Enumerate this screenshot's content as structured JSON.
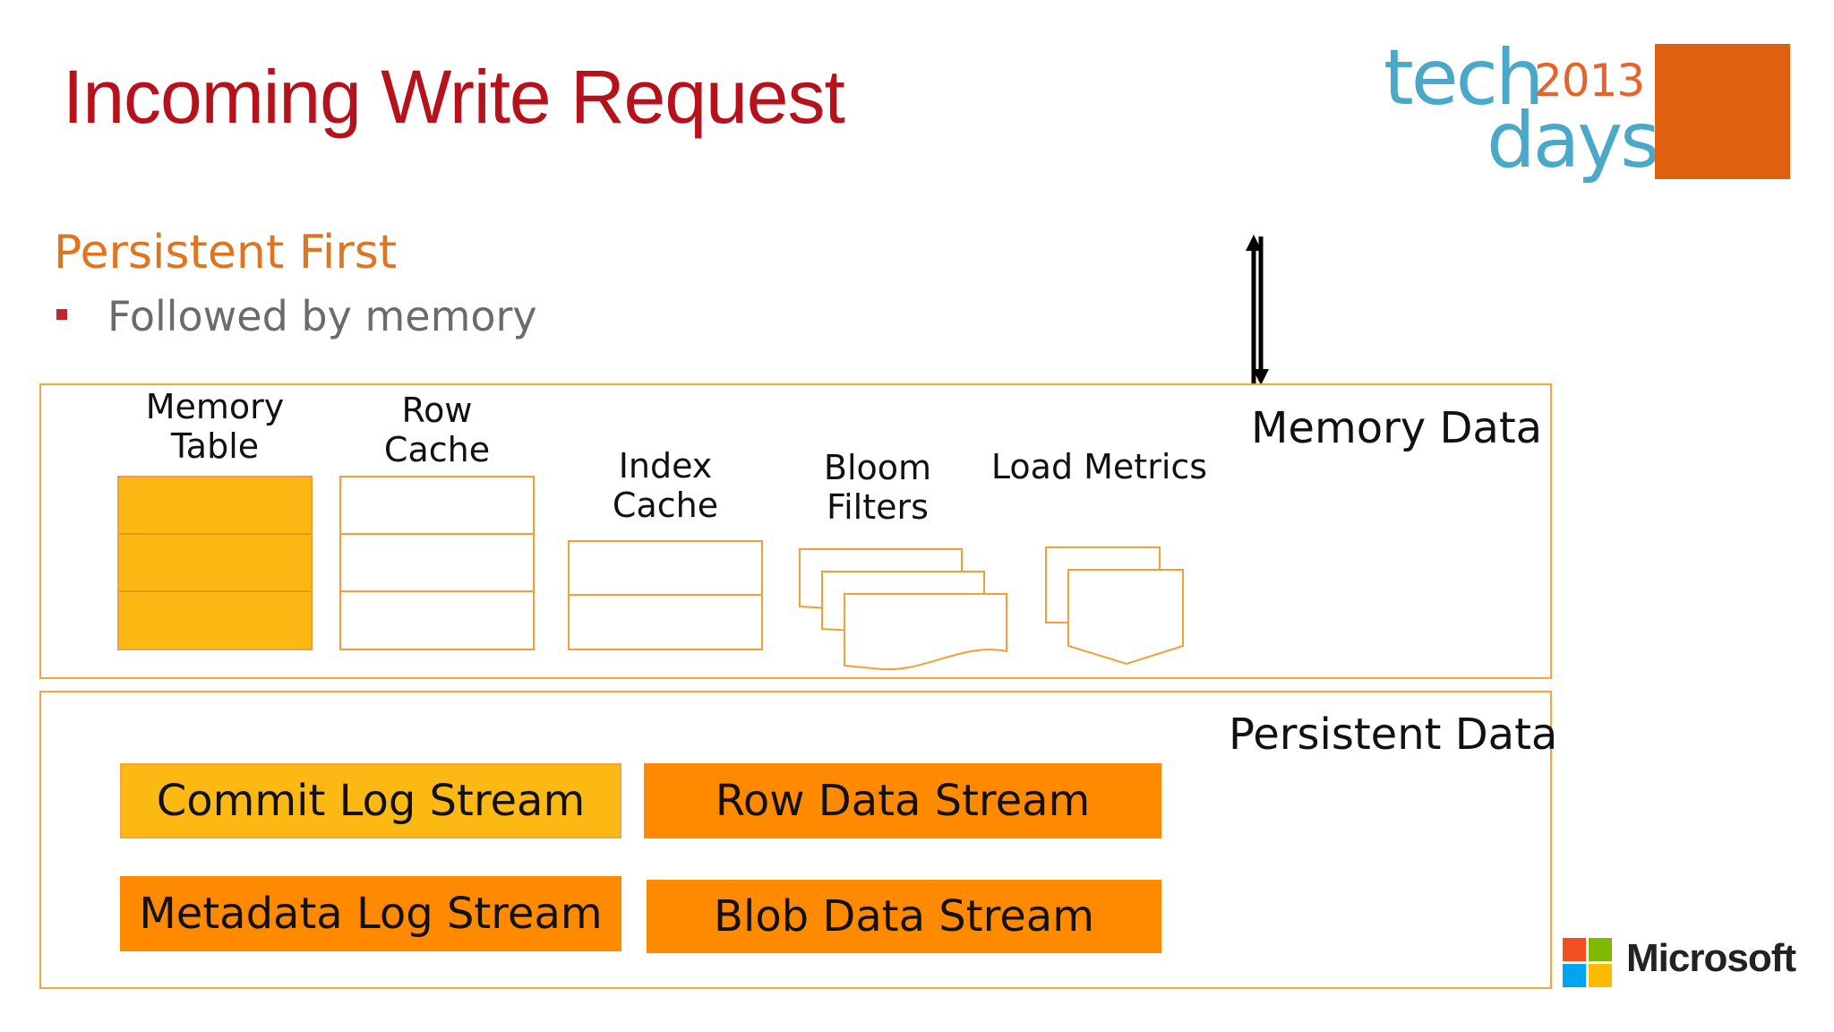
{
  "slide": {
    "title": "Incoming Write Request",
    "subtitle": "Persistent First",
    "bullet": "Followed by memory"
  },
  "logo": {
    "tech": "tech",
    "days": "days",
    "year": "2013"
  },
  "memory_panel": {
    "label": "Memory Data",
    "components": {
      "memory_table": [
        "Memory",
        "Table"
      ],
      "row_cache": [
        "Row",
        "Cache"
      ],
      "index_cache": [
        "Index",
        "Cache"
      ],
      "bloom_filters": [
        "Bloom",
        "Filters"
      ],
      "load_metrics": "Load Metrics"
    }
  },
  "persistent_panel": {
    "label": "Persistent Data",
    "streams": {
      "commit_log": "Commit Log Stream",
      "row_data": "Row Data Stream",
      "metadata_log": "Metadata Log Stream",
      "blob_data": "Blob Data Stream"
    }
  },
  "footer": {
    "brand": "Microsoft"
  },
  "colors": {
    "title": "#b5121b",
    "subtitle": "#e0751f",
    "panel_border": "#f4a53b",
    "yellow_fill": "#fdb913",
    "orange_fill": "#ff8a00",
    "logo_blue": "#4aa8c9",
    "logo_orange": "#e0600f"
  }
}
